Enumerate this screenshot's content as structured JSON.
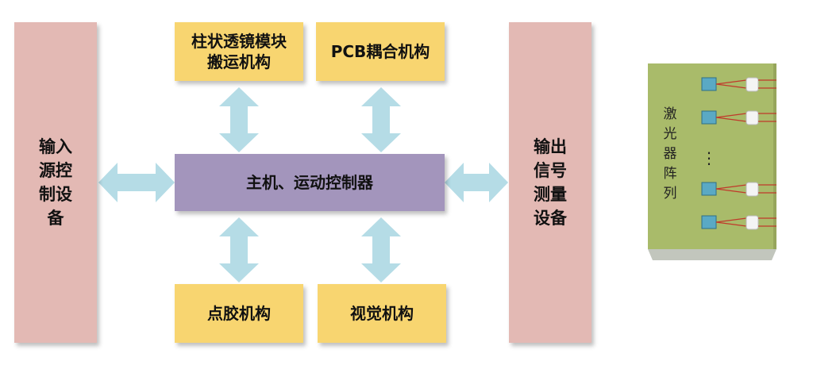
{
  "blocks": {
    "input_device": "输入源控制设备",
    "input_col1": "输入",
    "input_col2": "源控",
    "input_col3": "制设",
    "input_col4": "备",
    "output_col1": "输出",
    "output_col2": "信号",
    "output_col3": "测量",
    "output_col4": "设备",
    "lens_line1": "柱状透镜模块",
    "lens_line2": "搬运机构",
    "pcb": "PCB耦合机构",
    "host": "主机、运动控制器",
    "glue": "点胶机构",
    "vision": "视觉机构"
  },
  "laser_panel": {
    "label": "激光器阵列",
    "dots": "⋮"
  },
  "colors": {
    "pink": "#e3b9b4",
    "yellow": "#f8d570",
    "purple": "#a395bc",
    "arrow": "#b5dce6",
    "panel_top": "#a9bb6a",
    "panel_side": "#c2c6bd",
    "laser_emitter": "#5aa9c4",
    "fiber_line": "#c0392b"
  }
}
